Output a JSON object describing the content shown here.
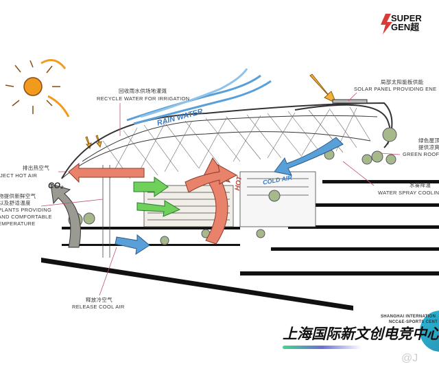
{
  "logo": {
    "line1": "SUPER",
    "line2": "GEN",
    "cn": "超"
  },
  "labels": {
    "solar_cn": "局部太阳能板供能",
    "solar_en": "SOLAR PANEL PROVIDING ENE",
    "rain_cn": "回收雨水供场地灌溉",
    "rain_en": "RECYCLE WATER FOR IRRIGATION",
    "green_cn1": "绿色屋顶",
    "green_cn2": "提供凉爽",
    "green_en": "GREEN ROOF",
    "spray_cn": "水雾降温",
    "spray_en": "WATER SPRAY COOLING",
    "hot_cn": "排出热空气",
    "hot_en": "JECT HOT AIR",
    "plants_cn1": "植物提供新鲜空气",
    "plants_cn2": "以及舒适温度",
    "plants_en1": "PLANTS PROVIDING",
    "plants_en2": "AND COMFORTABLE",
    "plants_en3": "EMPERATURE",
    "cool_cn": "释放冷空气",
    "cool_en": "RELEASE COOL AIR"
  },
  "diagram_text": {
    "rain_water": "RAIN WATER",
    "cold_air": "COLD AIR",
    "hot": "HOT",
    "co2": "CO₂"
  },
  "footer": {
    "en1": "SHANGHAI INTERNATION",
    "en2": "NCC&E-SPORTS CENT",
    "title_cn": "上海国际新文创电竞中心",
    "watermark": "@J"
  },
  "colors": {
    "hot": "#e8826a",
    "cool": "#5aa0d8",
    "fresh": "#6fd05a",
    "co2": "#9a9a92",
    "sun": "#f29a1e",
    "accent": "#e13a3a"
  }
}
